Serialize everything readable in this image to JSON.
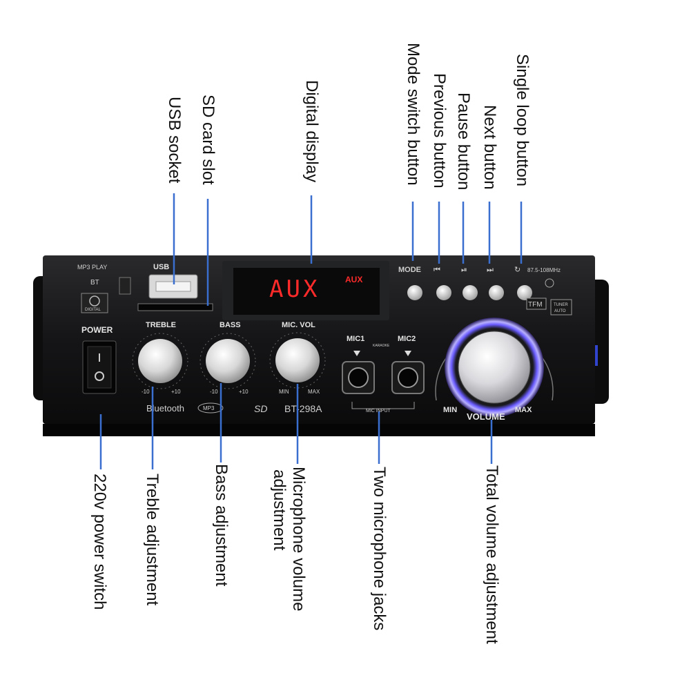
{
  "labels": {
    "usb_socket": "USB socket",
    "sd_card_slot": "SD card slot",
    "digital_display": "Digital display",
    "mode_switch_button": "Mode switch button",
    "previous_button": "Previous button",
    "pause_button": "Pause button",
    "next_button": "Next button",
    "single_loop_button": "Single loop button",
    "power_switch": "220v power switch",
    "treble_adjustment": "Treble adjustment",
    "bass_adjustment": "Bass adjustment",
    "mic_volume_line1": "Microphone volume",
    "mic_volume_line2": "adjustment",
    "two_mic_jacks": "Two microphone jacks",
    "total_volume": "Total volume adjustment"
  },
  "panel": {
    "mp3_play": "MP3 PLAY",
    "bt": "BT",
    "digital": "DIGITAL",
    "usb": "USB",
    "display_text": "AUX",
    "display_badge": "AUX",
    "mode": "MODE",
    "prev_symbol": "⏮",
    "play_pause_symbol": "⏯",
    "next_symbol": "⏭",
    "loop_symbol": "↻",
    "fm_range": "87.5-108MHz",
    "tfm": "TFM",
    "tuner_auto_1": "TUNER",
    "tuner_auto_2": "AUTO",
    "power": "POWER",
    "treble": "TREBLE",
    "bass": "BASS",
    "mic_vol": "MIC. VOL",
    "knob_min_neg": "-10",
    "knob_max_pos": "+10",
    "min": "MIN",
    "max": "MAX",
    "mic1": "MIC1",
    "mic2": "MIC2",
    "karaoke": "KARAOKE",
    "mic_input": "MIC INPUT",
    "bluetooth": "Bluetooth",
    "mp3_logo": "MP3",
    "sd_logo": "SD",
    "model": "BT-298A",
    "volume": "VOLUME"
  },
  "colors": {
    "leader_line": "#3a6fd0",
    "display_red": "#ff2a2a",
    "volume_ring": "#6a5cff"
  }
}
